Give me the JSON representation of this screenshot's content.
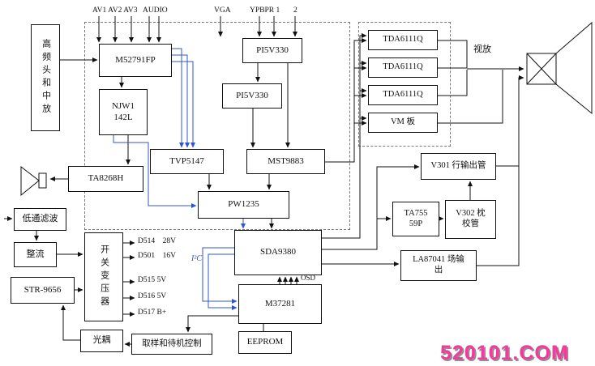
{
  "watermark": {
    "text": "520101.COM"
  },
  "colors": {
    "line": "#111111",
    "bus": "#3355cc",
    "watermark": "#f23b9d"
  },
  "inputs": {
    "av": "AV1 AV2 AV3",
    "audio": "AUDIO",
    "vga": "VGA",
    "ypbpr": "YPBPR 1",
    "ypbpr2": "2"
  },
  "blocks": {
    "tuner": "高频头和中放",
    "m52791fp": "M52791FP",
    "njw1142l_1": "NJW1",
    "njw1142l_2": "142L",
    "pi5v330a": "PI5V330",
    "pi5v330b": "PI5V330",
    "tvp5147": "TVP5147",
    "mst9883": "MST9883",
    "ta8268h": "TA8268H",
    "pw1235": "PW1235",
    "sda9380": "SDA9380",
    "m37281": "M37281",
    "eeprom": "EEPROM",
    "lowpass": "低通滤波",
    "rectifier": "整流",
    "str9656": "STR-9656",
    "transformer": "开关变压器",
    "opto": "光耦",
    "sampling": "取样和待机控制",
    "tda1": "TDA6111Q",
    "tda2": "TDA6111Q",
    "tda3": "TDA6111Q",
    "vmboard": "VM 板",
    "v301": "V301 行输出管",
    "ta75559p_1": "TA755",
    "ta75559p_2": "59P",
    "v302_1": "V302 枕",
    "v302_2": "校管",
    "la87041_1": "LA87041 场输",
    "la87041_2": "出"
  },
  "labels": {
    "video_out": "视放",
    "i2c": "I²C",
    "osd": "OSD",
    "d514": "D514    28V",
    "d501": "D501    16V",
    "d515": "D515 5V",
    "d516": "D516 5V",
    "d517": "D517 B+"
  },
  "connections": [
    "高频头和中放 → M52791FP",
    "AV1/AV2/AV3/AUDIO → M52791FP",
    "VGA → PI5V330",
    "YPBPR 1/2 → PI5V330",
    "PI5V330 → PI5V330",
    "PI5V330 → MST9883",
    "M52791FP → NJW1142L",
    "M52791FP → TVP5147",
    "NJW1142L → TA8268H",
    "TA8268H → 扬声器",
    "NJW1142L → PW1235",
    "TVP5147 → PW1235",
    "MST9883 → PW1235",
    "PW1235 → SDA9380",
    "MST9883/SDA9380 → TDA6111Q ×3",
    "SDA9380 → VM 板",
    "SDA9380 → V301 行输出管",
    "SDA9380 → TA75559P",
    "TA75559P → V302 枕校管",
    "V302 枕校管 → V301 行输出管",
    "SDA9380 → LA87041 场输出",
    "TDA6111Q → 视放 → 显像管",
    "LA87041/V301 → 偏转线圈",
    "M37281 → SDA9380 (OSD)",
    "SDA9380 ↔ M37281 (I²C)",
    "M37281 ↔ EEPROM",
    "M37281 → 取样和待机控制",
    "取样和待机控制 → 光耦",
    "光耦 → STR-9656",
    "市电 → 低通滤波 → 整流 → 开关变压器",
    "STR-9656 → 开关变压器",
    "开关变压器 → D514 28V / D501 16V / D515 5V / D516 5V / D517 B+"
  ]
}
